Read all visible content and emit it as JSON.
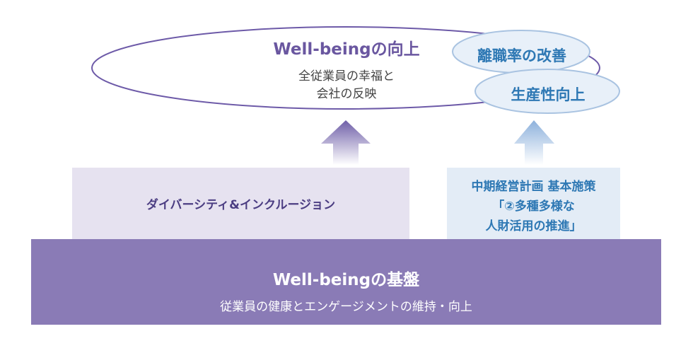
{
  "top": {
    "title": "Well-beingの向上",
    "sub_line1": "全従業員の幸福と",
    "sub_line2": "会社の反映"
  },
  "bubbles": [
    {
      "label": "離職率の改善"
    },
    {
      "label": "生産性向上"
    }
  ],
  "diversity_box": {
    "label": "ダイバーシティ&インクルージョン"
  },
  "plan_box": {
    "line1": "中期経営計画 基本施策",
    "line2": "「②多種多様な",
    "line3": "人財活用の推進」"
  },
  "base": {
    "title": "Well-beingの基盤",
    "subtitle": "従業員の健康とエンゲージメントの維持・向上"
  },
  "colors": {
    "purple_dark": "#4b3d82",
    "purple_title": "#6a57a0",
    "purple_base": "#8a7bb6",
    "purple_light": "#e6e2f0",
    "blue_text": "#2e78b4",
    "blue_light": "#e3ecf6"
  }
}
